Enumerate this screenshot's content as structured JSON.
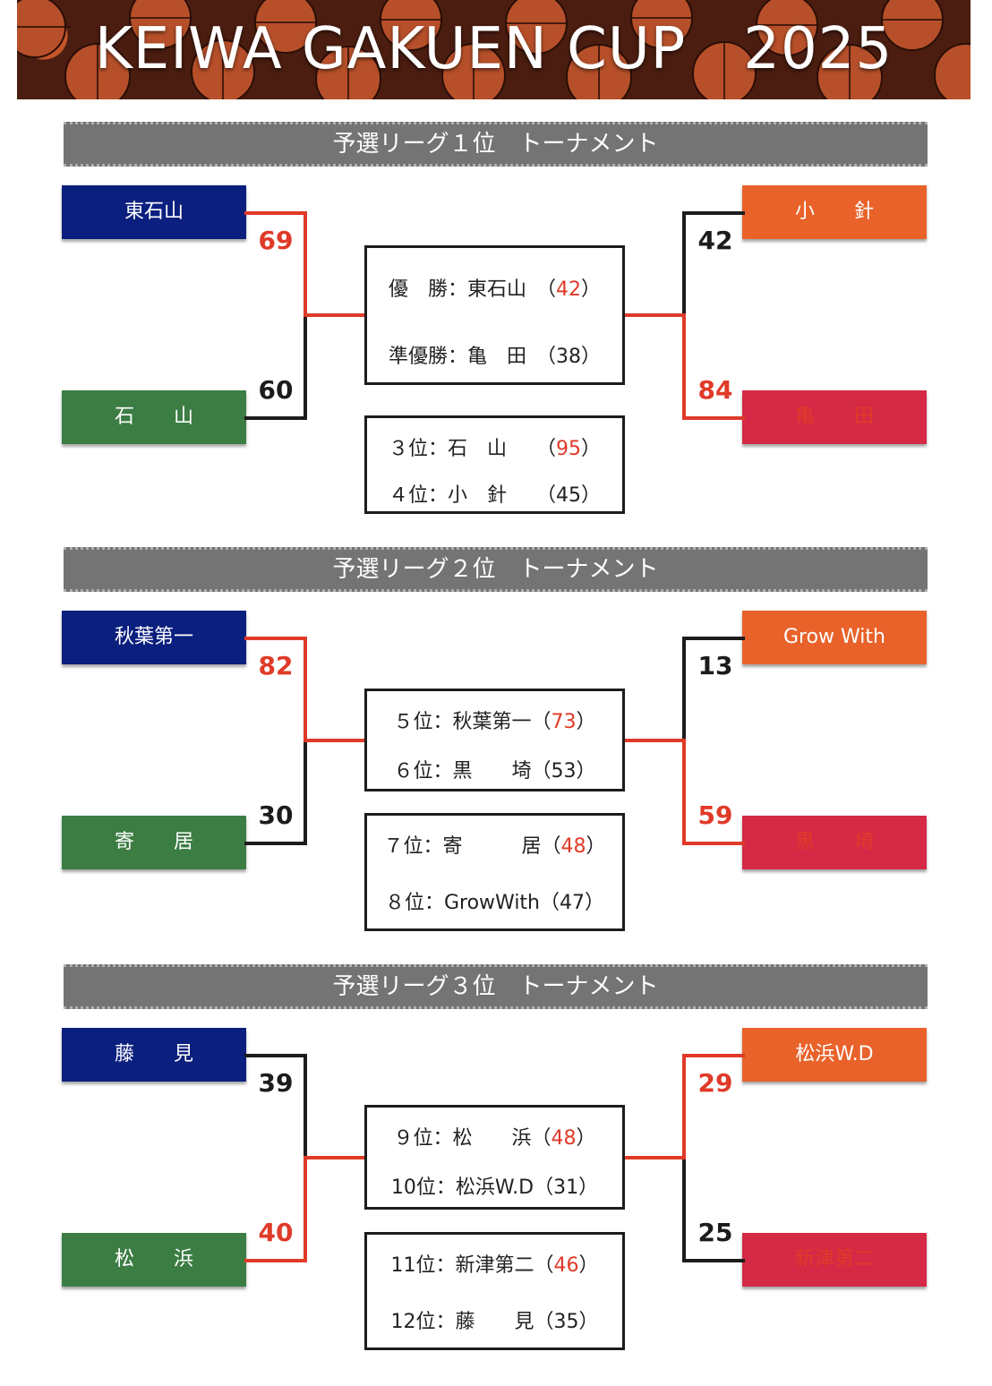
{
  "header": {
    "title": "KEIWA GAKUEN CUP   2025"
  },
  "sections": [
    {
      "title": "予選リーグ１位　トーナメント",
      "left_top": {
        "name": "東石山",
        "score": "69"
      },
      "left_bottom": {
        "name": "石　　山",
        "score": "60"
      },
      "right_top": {
        "name": "小　　針",
        "score": "42"
      },
      "right_bottom": {
        "name": "亀　　田",
        "score": "84"
      },
      "final": [
        {
          "label": "優　勝：東石山　（",
          "value": "42",
          "close": "）"
        },
        {
          "label": "準優勝：亀　田　（",
          "value": "38",
          "close": "）"
        }
      ],
      "third": [
        {
          "label": "３位：石　山　　（",
          "value": "95",
          "close": "）"
        },
        {
          "label": "４位：小　針　　（",
          "value": "45",
          "close": "）"
        }
      ]
    },
    {
      "title": "予選リーグ２位　トーナメント",
      "left_top": {
        "name": "秋葉第一",
        "score": "82"
      },
      "left_bottom": {
        "name": "寄　　居",
        "score": "30"
      },
      "right_top": {
        "name": "Grow With",
        "score": "13"
      },
      "right_bottom": {
        "name": "黒　　埼",
        "score": "59"
      },
      "final": [
        {
          "label": "５位：秋葉第一（",
          "value": "73",
          "close": "）"
        },
        {
          "label": "６位：黒　　埼（",
          "value": "53",
          "close": "）"
        }
      ],
      "third": [
        {
          "label": "７位：寄　　　居（",
          "value": "48",
          "close": "）"
        },
        {
          "label": "８位：GrowWith（",
          "value": "47",
          "close": "）"
        }
      ]
    },
    {
      "title": "予選リーグ３位　トーナメント",
      "left_top": {
        "name": "藤　　見",
        "score": "39"
      },
      "left_bottom": {
        "name": "松　　浜",
        "score": "40"
      },
      "right_top": {
        "name": "松浜W.D",
        "score": "29"
      },
      "right_bottom": {
        "name": "新津第二",
        "score": "25"
      },
      "final": [
        {
          "label": "９位：松　　浜（",
          "value": "48",
          "close": "）"
        },
        {
          "label": "10位：松浜W.D（",
          "value": "31",
          "close": "）"
        }
      ],
      "third": [
        {
          "label": "11位：新津第二（",
          "value": "46",
          "close": "）"
        },
        {
          "label": "12位：藤　　見（",
          "value": "35",
          "close": "）"
        }
      ]
    }
  ]
}
